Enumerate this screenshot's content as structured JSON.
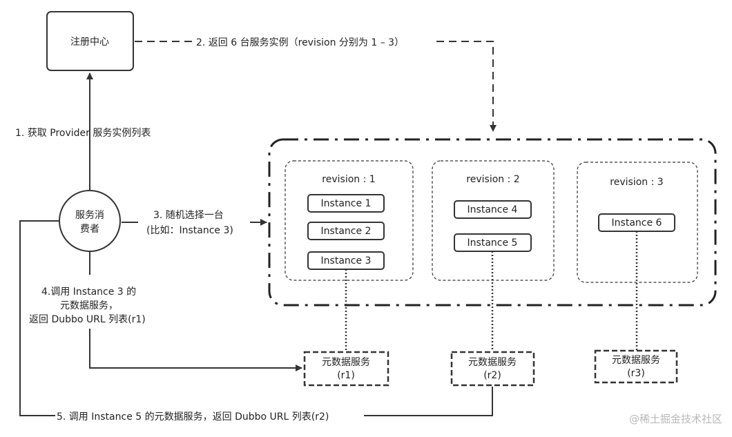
{
  "diagram": {
    "registry": "注册中心",
    "consumer_line1": "服务消",
    "consumer_line2": "费者",
    "step1": "1. 获取 Provider 服务实例列表",
    "step2": "2. 返回 6 台服务实例（revision 分别为 1 – 3）",
    "step3_line1": "3. 随机选择一台",
    "step3_line2": "(比如：Instance 3)",
    "step4_line1": "4.调用 Instance 3 的",
    "step4_line2": "元数据服务，",
    "step4_line3": "返回 Dubbo URL 列表(r1)",
    "step5": "5. 调用 Instance 5 的元数据服务，返回 Dubbo URL 列表(r2)",
    "groups": [
      {
        "revision": "revision : 1",
        "instances": [
          "Instance 1",
          "Instance 2",
          "Instance 3"
        ]
      },
      {
        "revision": "revision : 2",
        "instances": [
          "Instance 4",
          "Instance 5"
        ]
      },
      {
        "revision": "revision : 3",
        "instances": [
          "Instance 6"
        ]
      }
    ],
    "metadata": [
      {
        "line1": "元数据服务",
        "line2": "(r1)"
      },
      {
        "line1": "元数据服务",
        "line2": "(r2)"
      },
      {
        "line1": "元数据服务",
        "line2": "(r3)"
      }
    ],
    "watermark": "@稀土掘金技术社区"
  },
  "colors": {
    "stroke": "#333333",
    "text": "#222222",
    "watermark": "#b8b8b8"
  }
}
